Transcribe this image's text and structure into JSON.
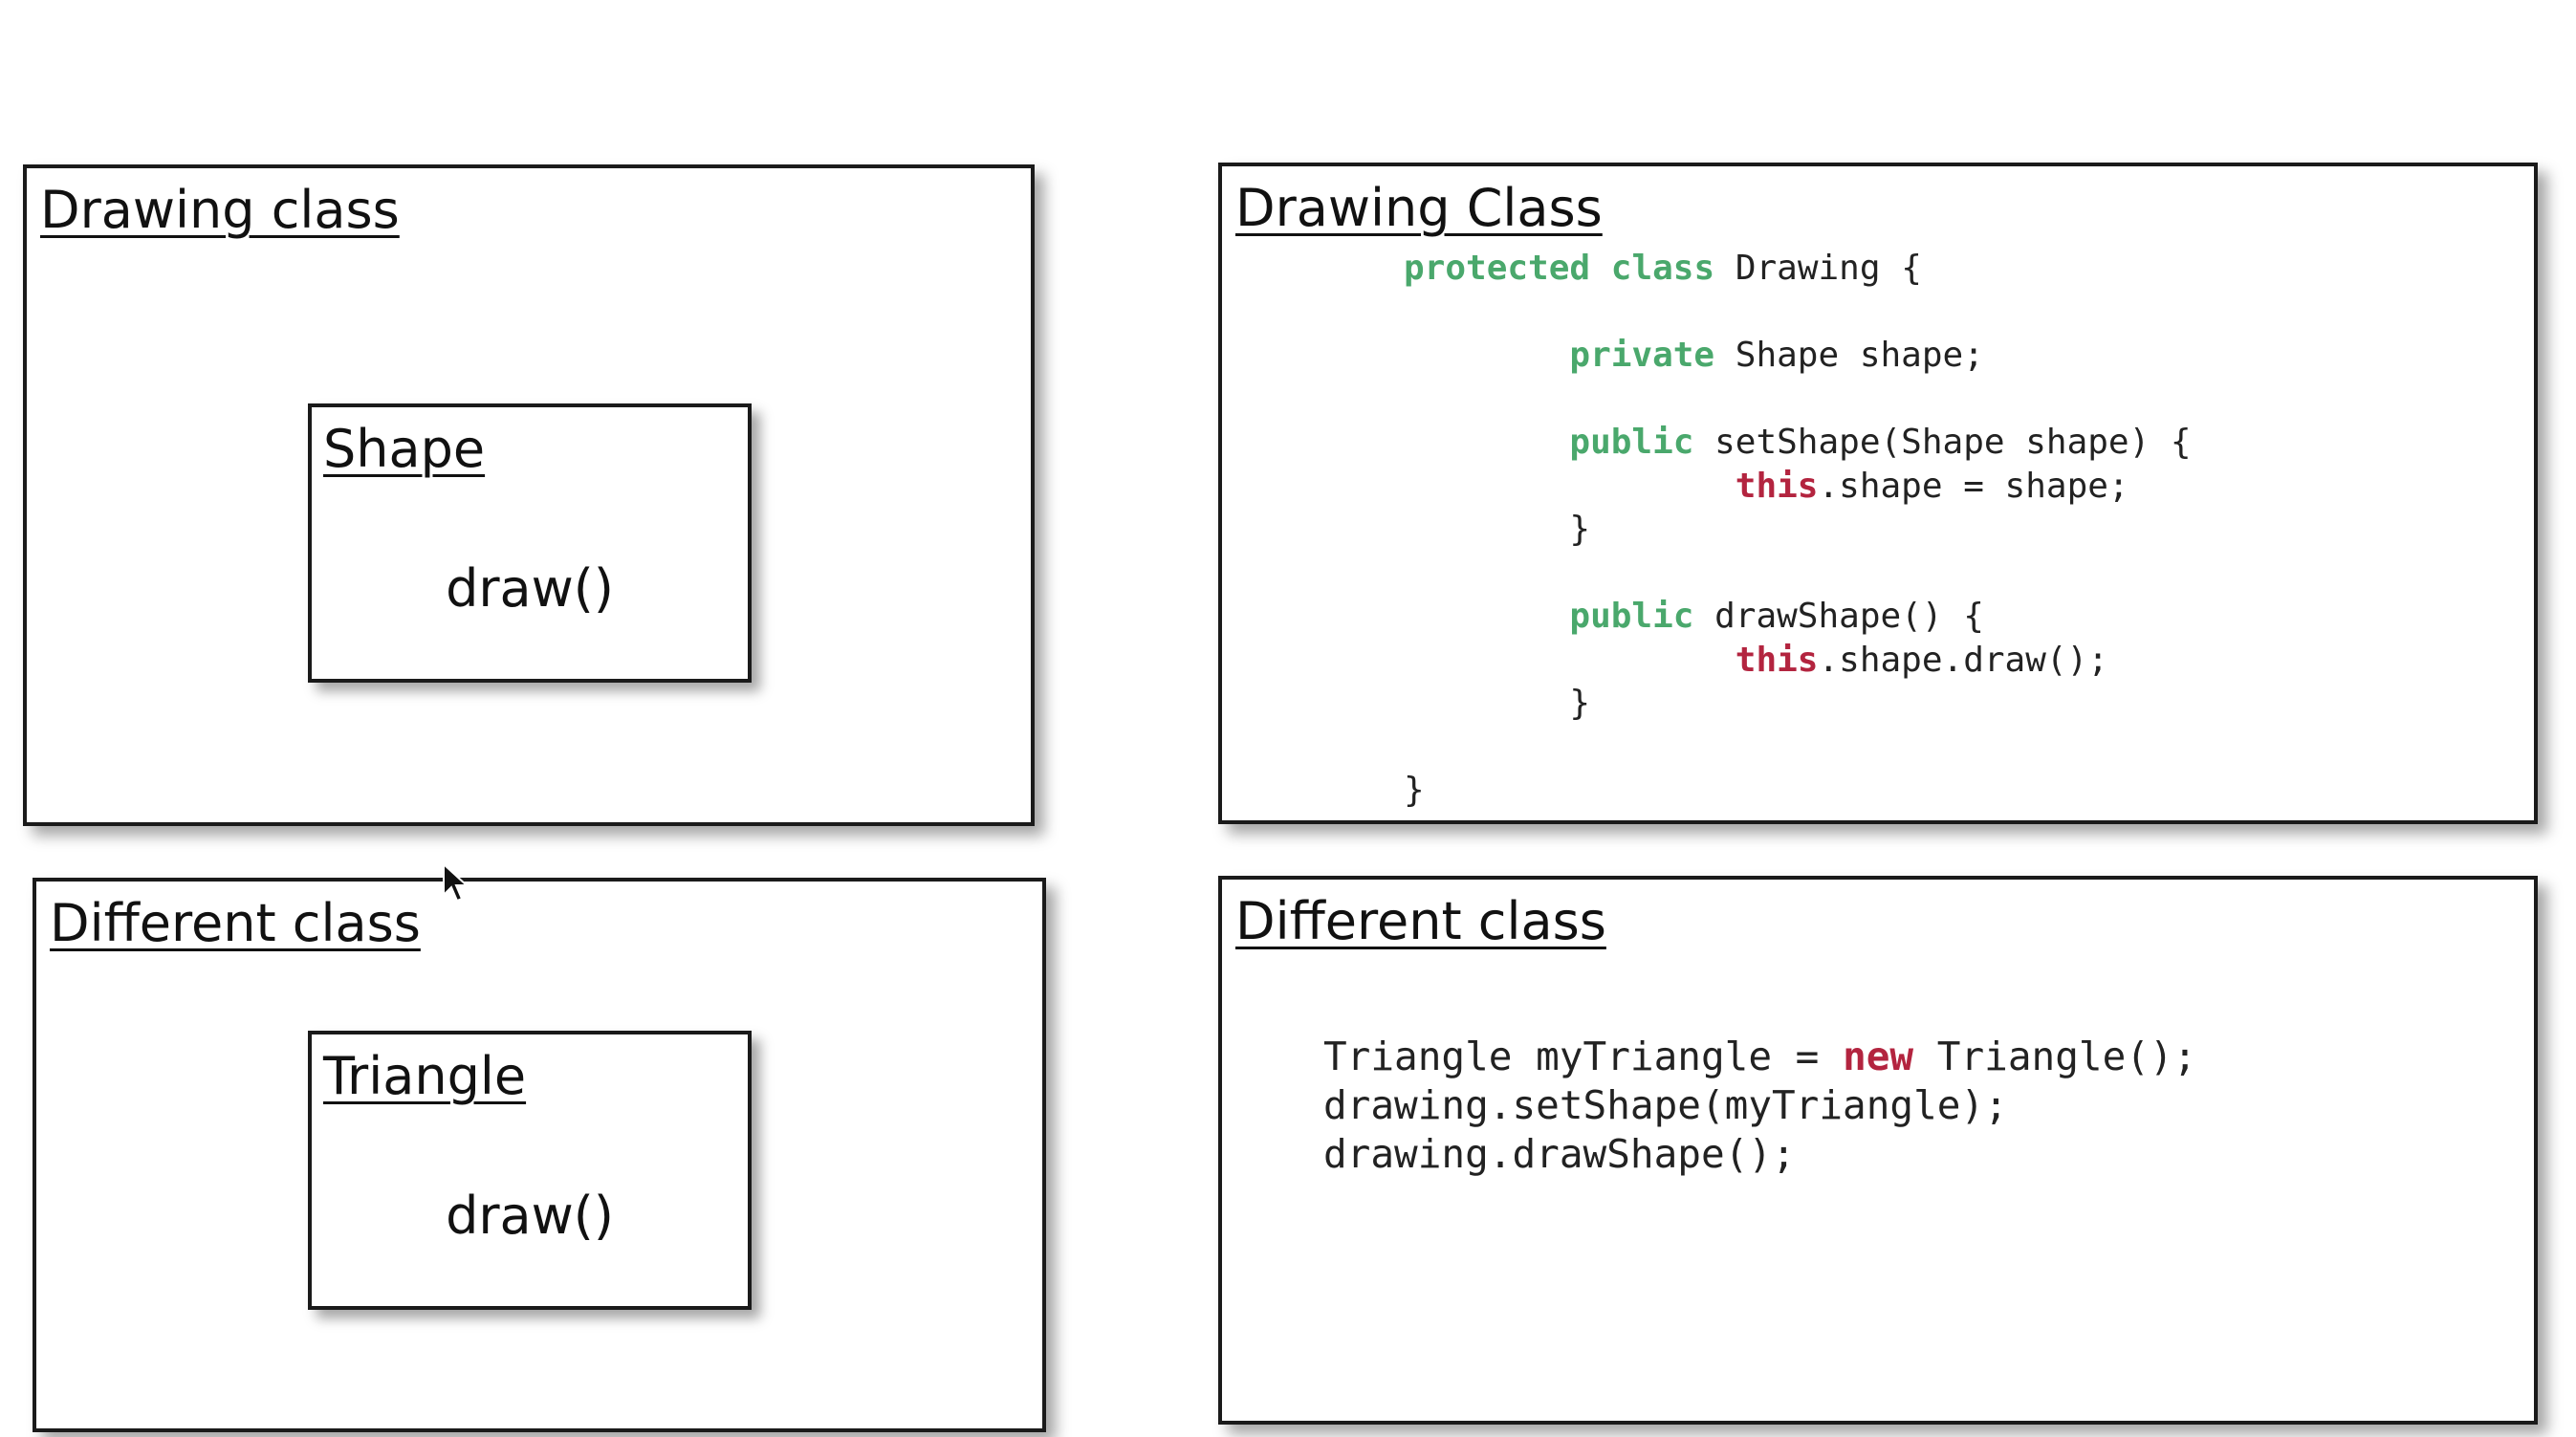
{
  "boxes": {
    "drawing_left": {
      "title": "Drawing class",
      "inner": {
        "title": "Shape",
        "method": "draw()"
      }
    },
    "different_left": {
      "title": "Different class",
      "inner": {
        "title": "Triangle",
        "method": "draw()"
      }
    },
    "drawing_right": {
      "title": "Drawing Class",
      "code": {
        "line1": {
          "kw1": "protected",
          "kw2": "class",
          "rest": " Drawing {"
        },
        "line3": {
          "kw": "private",
          "rest": " Shape shape;"
        },
        "line5": {
          "kw": "public",
          "rest": " setShape(Shape shape) {"
        },
        "line6": {
          "kw": "this",
          "rest": ".shape = shape;"
        },
        "line7": "}",
        "line9": {
          "kw": "public",
          "rest": " drawShape() {"
        },
        "line10": {
          "kw": "this",
          "rest": ".shape.draw();"
        },
        "line11": "}",
        "line13": "}"
      }
    },
    "different_right": {
      "title": "Different class",
      "code": {
        "line1": {
          "pre": "Triangle myTriangle = ",
          "kw": "new",
          "post": " Triangle();"
        },
        "line2": "drawing.setShape(myTriangle);",
        "line3": "drawing.drawShape();"
      }
    }
  },
  "colors": {
    "keyword_green": "#4aa86c",
    "keyword_red": "#b3243f",
    "border": "#1a1a1a",
    "text": "#111111"
  },
  "icons": {
    "cursor": "mouse-pointer-icon"
  }
}
